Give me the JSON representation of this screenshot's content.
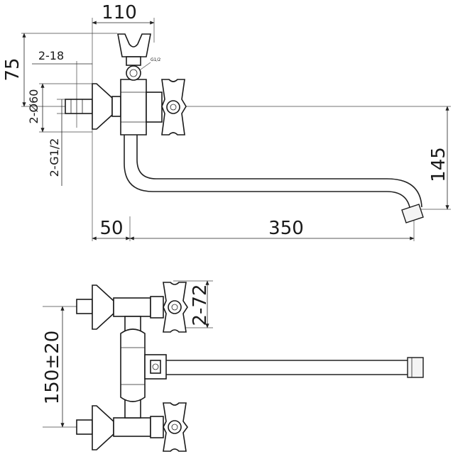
{
  "dimensions": {
    "top_width": "110",
    "top_height": "75",
    "pitch": "2-18",
    "flange": "2-Ø60",
    "thread": "2-G1/2",
    "spout_height": "145",
    "offset": "50",
    "spout_length": "350",
    "small_thread": "G1/2",
    "handle_spacing": "2-72",
    "center_distance": "150±20"
  }
}
